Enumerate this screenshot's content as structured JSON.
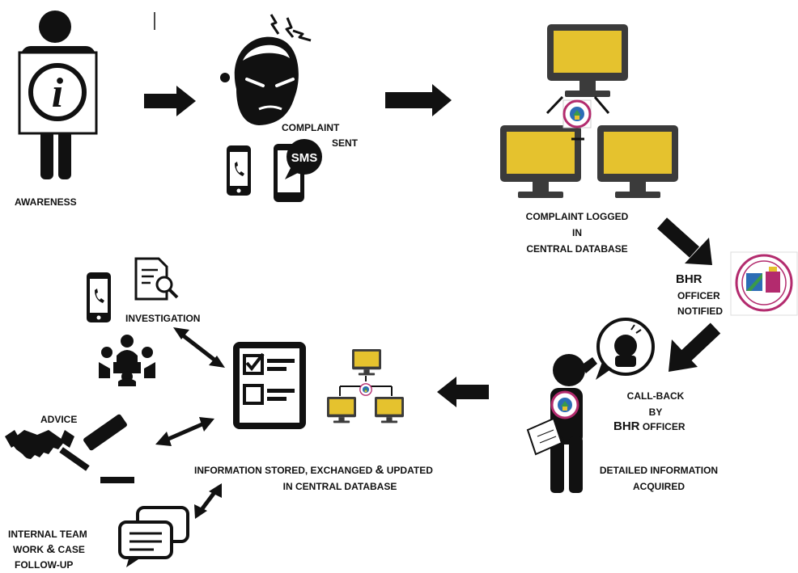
{
  "labels": {
    "awareness": "AWARENESS",
    "complaint_sent_1": "COMPLAINT",
    "complaint_sent_2": "SENT",
    "logged_1": "COMPLAINT LOGGED",
    "logged_2": "IN",
    "logged_3": "CENTRAL DATABASE",
    "bhr_1": "BHR",
    "bhr_2": "OFFICER",
    "bhr_3": "NOTIFIED",
    "callback_1": "CALL-BACK",
    "callback_2": "BY",
    "callback_3a": "BHR",
    "callback_3b": "OFFICER",
    "detailed_1": "DETAILED INFORMATION",
    "detailed_2": "ACQUIRED",
    "stored_1": "INFORMATION STORED, EXCHANGED",
    "stored_amp": "&",
    "stored_1b": "UPDATED",
    "stored_2": "IN CENTRAL DATABASE",
    "investigation": "INVESTIGATION",
    "advice": "ADVICE",
    "team_1": "INTERNAL TEAM",
    "team_2a": "WORK",
    "team_amp": "&",
    "team_2b": "CASE",
    "team_3": "FOLLOW-UP"
  },
  "icons": {
    "info": "i",
    "sms": "SMS"
  },
  "colors": {
    "ink": "#111111",
    "monitor_screen": "#e5c22e",
    "seal_ring": "#b32b6e",
    "seal_blue": "#2c6db5"
  }
}
